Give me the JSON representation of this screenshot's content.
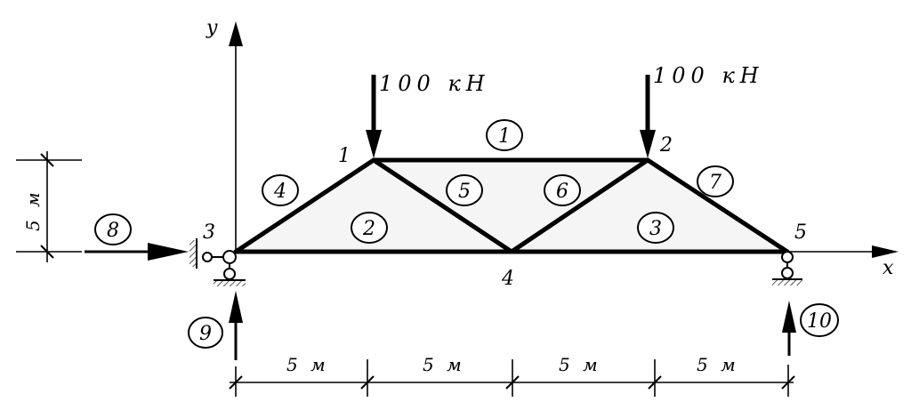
{
  "axes": {
    "x": "x",
    "y": "y"
  },
  "nodes": [
    "1",
    "2",
    "3",
    "4",
    "5"
  ],
  "members": [
    "1",
    "2",
    "3",
    "4",
    "5",
    "6",
    "7"
  ],
  "support_links": [
    "8",
    "9",
    "10"
  ],
  "loads": [
    "100 кН",
    "100 кН"
  ],
  "dimensions": {
    "height": "5 м",
    "spans": [
      "5 м",
      "5 м",
      "5 м",
      "5 м"
    ]
  }
}
